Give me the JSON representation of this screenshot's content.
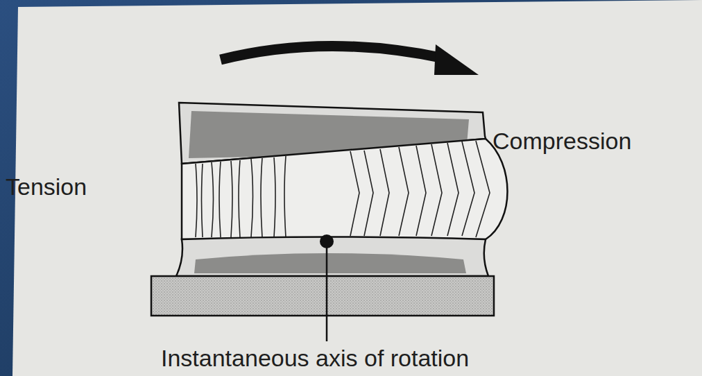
{
  "diagram": {
    "labels": [
      "Compression",
      "Tension",
      "Instantaneous axis of rotation"
    ]
  }
}
